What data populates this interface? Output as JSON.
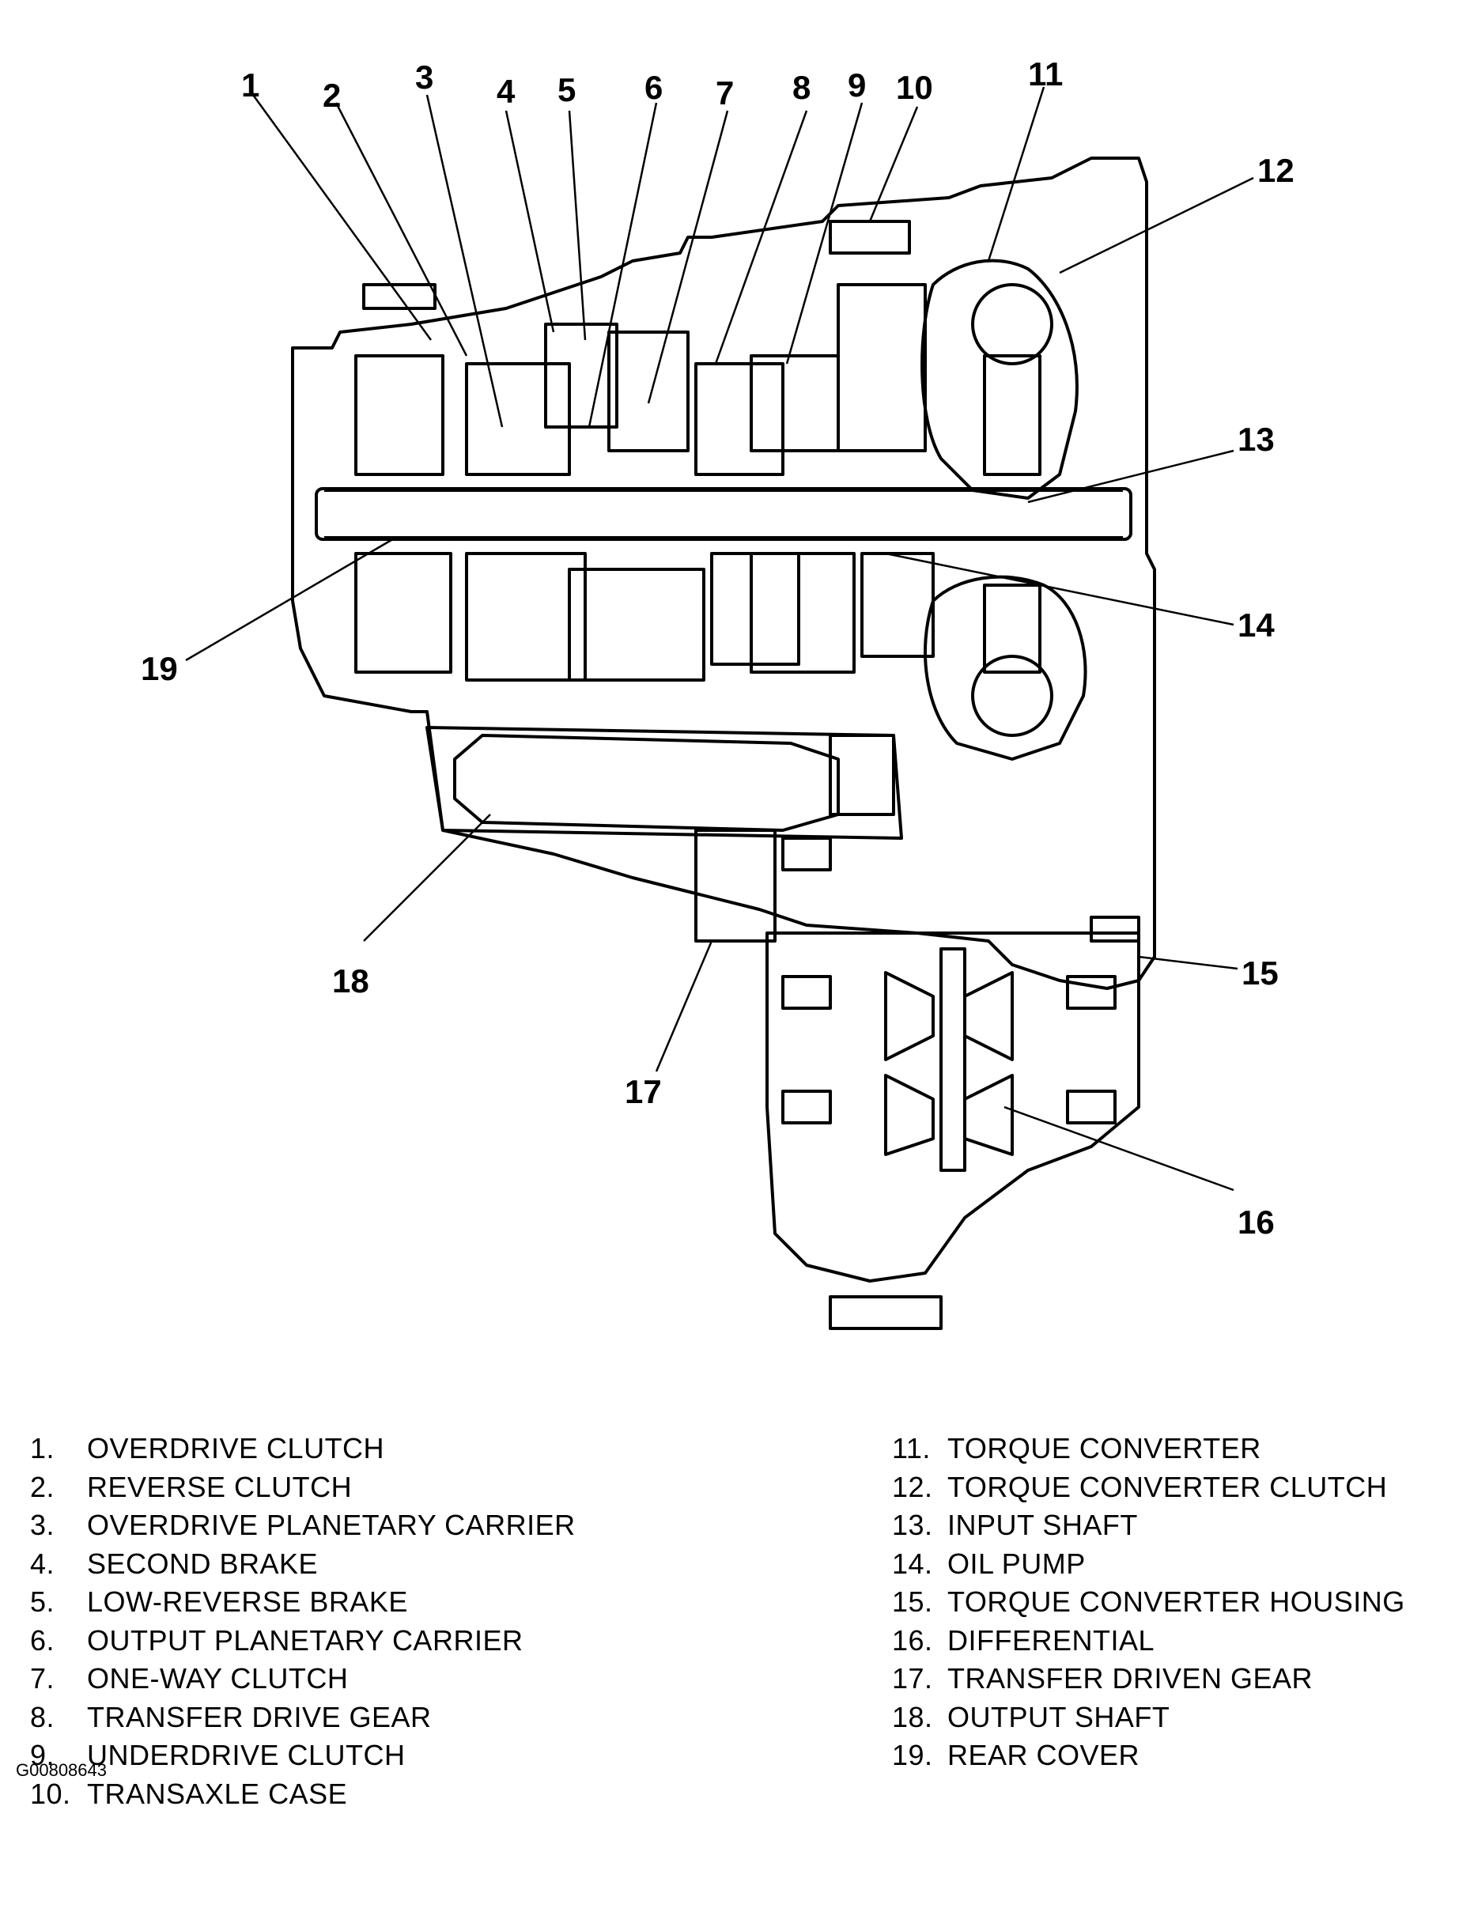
{
  "callouts": [
    "1",
    "2",
    "3",
    "4",
    "5",
    "6",
    "7",
    "8",
    "9",
    "10",
    "11",
    "12",
    "13",
    "14",
    "15",
    "16",
    "17",
    "18",
    "19"
  ],
  "legend_left": [
    {
      "num": "1.",
      "label": "OVERDRIVE CLUTCH"
    },
    {
      "num": "2.",
      "label": "REVERSE CLUTCH"
    },
    {
      "num": "3.",
      "label": "OVERDRIVE PLANETARY CARRIER"
    },
    {
      "num": "4.",
      "label": "SECOND BRAKE"
    },
    {
      "num": "5.",
      "label": "LOW-REVERSE BRAKE"
    },
    {
      "num": "6.",
      "label": "OUTPUT PLANETARY CARRIER"
    },
    {
      "num": "7.",
      "label": "ONE-WAY CLUTCH"
    },
    {
      "num": "8.",
      "label": "TRANSFER DRIVE GEAR"
    },
    {
      "num": "9.",
      "label": "UNDERDRIVE CLUTCH"
    },
    {
      "num": "10.",
      "label": "TRANSAXLE CASE"
    }
  ],
  "legend_right": [
    {
      "num": "11.",
      "label": "TORQUE CONVERTER"
    },
    {
      "num": "12.",
      "label": "TORQUE CONVERTER CLUTCH"
    },
    {
      "num": "13.",
      "label": "INPUT SHAFT"
    },
    {
      "num": "14.",
      "label": "OIL PUMP"
    },
    {
      "num": "15.",
      "label": "TORQUE CONVERTER HOUSING"
    },
    {
      "num": "16.",
      "label": "DIFFERENTIAL"
    },
    {
      "num": "17.",
      "label": "TRANSFER DRIVEN GEAR"
    },
    {
      "num": "18.",
      "label": "OUTPUT SHAFT"
    },
    {
      "num": "19.",
      "label": "REAR COVER"
    }
  ],
  "image_code": "G00808643"
}
